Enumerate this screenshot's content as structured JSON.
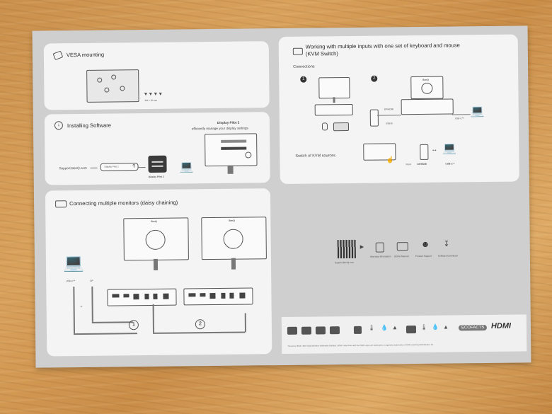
{
  "vesa": {
    "title": "VESA mounting",
    "screw": "M4 x 10 mm"
  },
  "software": {
    "title": "Installing Software",
    "url": "Support.BenQ.com",
    "search": "Display Pilot 2",
    "app_label": "Display Pilot 2",
    "promo_title": "Display Pilot 2",
    "promo_sub": "efficiently manage your display settings"
  },
  "daisy": {
    "title": "Connecting multiple monitors (daisy chaining)",
    "usbc": "USB-C™",
    "dp": "DP",
    "or": "or",
    "num1": "1",
    "num2": "2",
    "brand1": "BenQ",
    "brand2": "BenQ"
  },
  "kvm": {
    "title_line1": "Working with multiple inputs with one set of keyboard and mouse",
    "title_line2": "(KVM Switch)",
    "connections": "Connections",
    "num1": "1",
    "num2": "2",
    "dp_hdmi": "DP/HDMI",
    "usb_b": "USB-B",
    "usbc": "USB-C™",
    "switch_label": "Switch of KVM sources",
    "input": "Input",
    "input_dp": "DP/HDMI",
    "input_usbc": "USB-C™",
    "brand": "BenQ"
  },
  "support": {
    "url": "Support.BenQ.com",
    "items": [
      "Warranty Information",
      "Online Manual",
      "Product Support",
      "Software Download"
    ]
  },
  "bottom": {
    "ecofacts": "ECOFACTS",
    "hdmi": "HDMI",
    "footnote": "The terms HDMI, HDMI High-Definition Multimedia Interface, HDMI Trade Dress and the HDMI Logos are trademarks or registered trademarks of HDMI Licensing Administrator, Inc."
  },
  "colors": {
    "paper": "#f4f4f4",
    "sheet": "#cfcfcf",
    "wood": "#d39a55",
    "ink": "#333333"
  }
}
